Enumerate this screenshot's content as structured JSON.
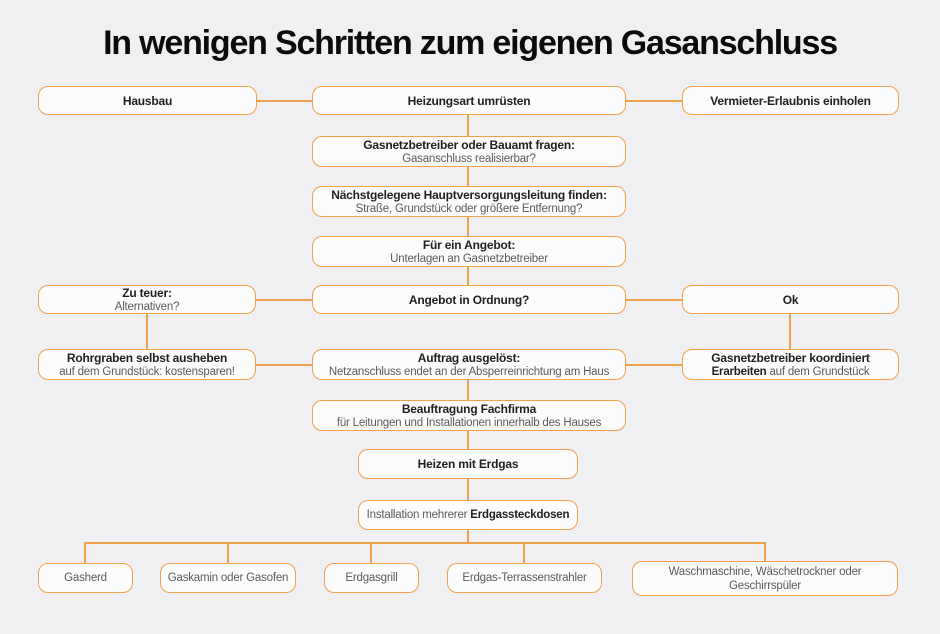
{
  "title": "In wenigen Schritten zum eigenen Gasanschluss",
  "colors": {
    "accent_orange": "#F0A14E",
    "background": "#F0F0F2",
    "node_background": "#FCFCFD",
    "text_bold": "#212124",
    "text_regular": "#5B5B5E"
  },
  "nodes": {
    "hausbau": {
      "label": "Hausbau"
    },
    "heizungsart": {
      "label": "Heizungsart umrüsten"
    },
    "vermieter": {
      "label": "Vermieter-Erlaubnis einholen"
    },
    "bauamt": {
      "line1": "Gasnetzbetreiber oder Bauamt fragen:",
      "line2": "Gasanschluss realisierbar?"
    },
    "hauptleitung": {
      "line1": "Nächstgelegene Hauptversorgungsleitung finden:",
      "line2": "Straße, Grundstück oder größere Entfernung?"
    },
    "angebot": {
      "line1": "Für ein Angebot:",
      "line2": "Unterlagen an Gasnetzbetreiber"
    },
    "zu_teuer": {
      "line1": "Zu teuer:",
      "line2": "Alternativen?"
    },
    "angebot_ordnung": {
      "label": "Angebot in Ordnung?"
    },
    "ok": {
      "label": "Ok"
    },
    "rohrgraben": {
      "line1": "Rohrgraben selbst ausheben",
      "line2": "auf dem Grundstück: kostensparen!"
    },
    "auftrag": {
      "line1": "Auftrag ausgelöst:",
      "line2": "Netzanschluss endet an der Absperreinrichtung am Haus"
    },
    "koordiniert": {
      "line1": "Gasnetzbetreiber koordiniert",
      "line2_bold": "Erarbeiten ",
      "line2_rest": "auf dem Grundstück"
    },
    "fachfirma": {
      "line1": "Beauftragung Fachfirma",
      "line2": "für Leitungen und Installationen innerhalb des Hauses"
    },
    "heizen": {
      "label": "Heizen mit Erdgas"
    },
    "installation": {
      "line1_regular": "Installation mehrerer ",
      "line1_bold": "Erdgassteckdosen"
    },
    "gasherd": {
      "label": "Gasherd"
    },
    "gaskamin": {
      "label": "Gaskamin oder Gasofen"
    },
    "erdgasgrill": {
      "label": "Erdgasgrill"
    },
    "terrassenstrahler": {
      "label": "Erdgas-Terrassenstrahler"
    },
    "waschmaschine": {
      "label": "Waschmaschine, Wäschetrockner oder Geschirrspüler"
    }
  }
}
